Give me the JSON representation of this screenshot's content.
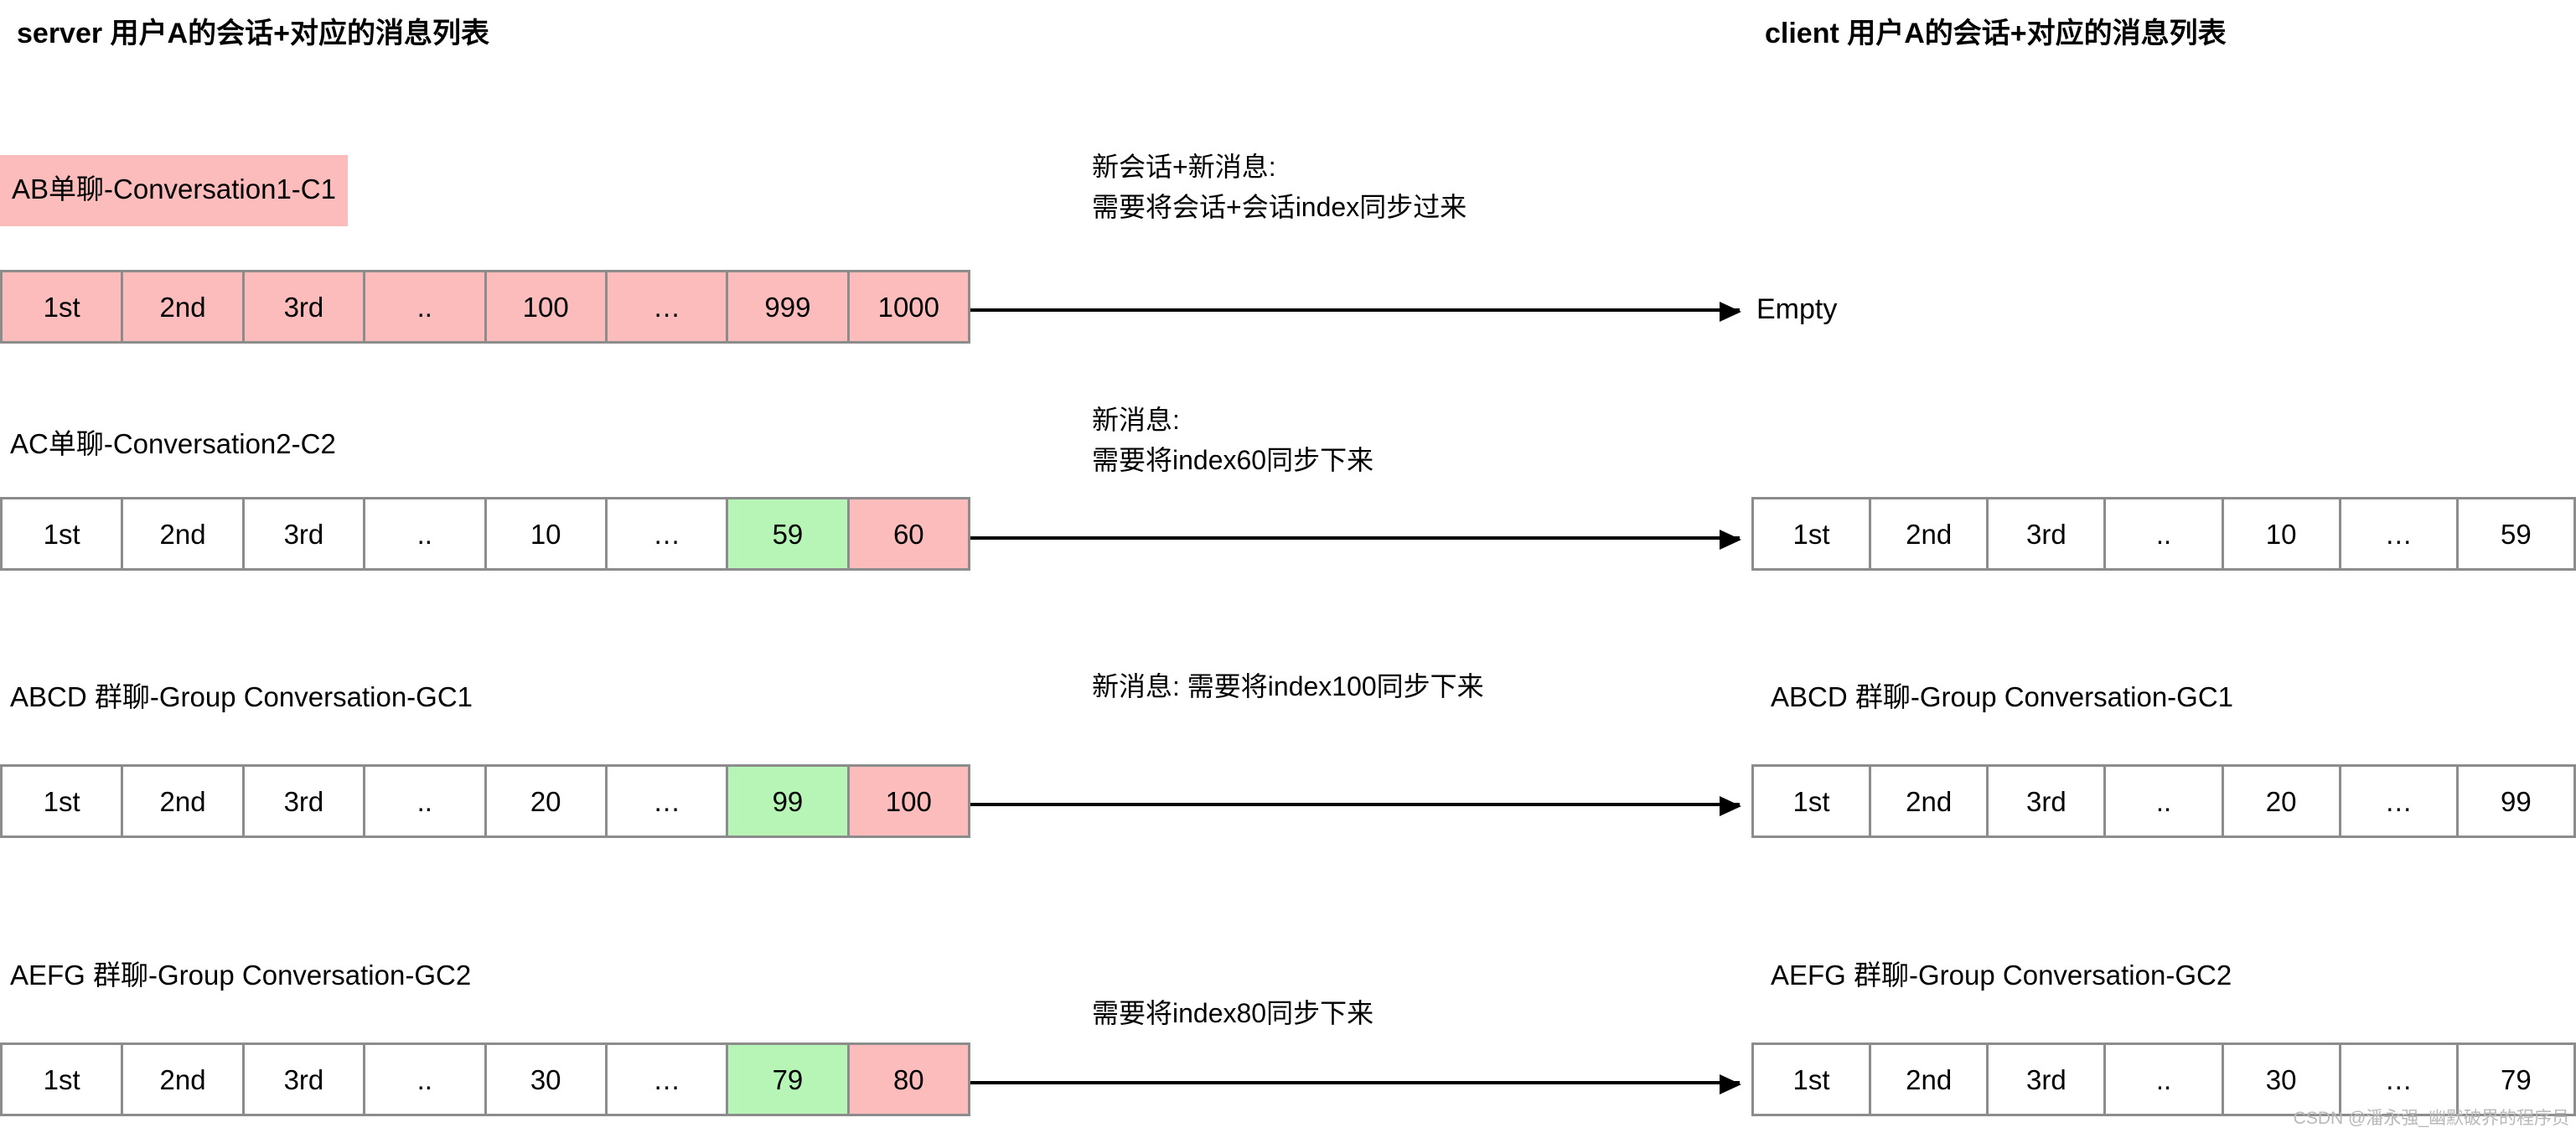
{
  "headers": {
    "server": "server 用户A的会话+对应的消息列表",
    "client": "client 用户A的会话+对应的消息列表"
  },
  "colors": {
    "pink": "#fcbcbc",
    "green": "#b6f5b6",
    "cell_border": "#8c8c8c",
    "arrow": "#000000",
    "watermark": "#b9b9b9"
  },
  "rows": [
    {
      "server_label": "AB单聊-Conversation1-C1",
      "server_label_highlighted": true,
      "server_cells": [
        {
          "text": "1st",
          "fill": "pink"
        },
        {
          "text": "2nd",
          "fill": "pink"
        },
        {
          "text": "3rd",
          "fill": "pink"
        },
        {
          "text": "..",
          "fill": "pink"
        },
        {
          "text": "100",
          "fill": "pink"
        },
        {
          "text": "…",
          "fill": "pink"
        },
        {
          "text": "999",
          "fill": "pink"
        },
        {
          "text": "1000",
          "fill": "pink"
        }
      ],
      "annotation": "新会话+新消息:\n需要将会话+会话index同步过来",
      "client_label": "",
      "client_empty_text": "Empty",
      "client_cells": []
    },
    {
      "server_label": "AC单聊-Conversation2-C2",
      "server_label_highlighted": false,
      "server_cells": [
        {
          "text": "1st",
          "fill": "white"
        },
        {
          "text": "2nd",
          "fill": "white"
        },
        {
          "text": "3rd",
          "fill": "white"
        },
        {
          "text": "..",
          "fill": "white"
        },
        {
          "text": "10",
          "fill": "white"
        },
        {
          "text": "…",
          "fill": "white"
        },
        {
          "text": "59",
          "fill": "green"
        },
        {
          "text": "60",
          "fill": "pink"
        }
      ],
      "annotation": "新消息:\n需要将index60同步下来",
      "client_label": "",
      "client_empty_text": "",
      "client_cells": [
        {
          "text": "1st",
          "fill": "white"
        },
        {
          "text": "2nd",
          "fill": "white"
        },
        {
          "text": "3rd",
          "fill": "white"
        },
        {
          "text": "..",
          "fill": "white"
        },
        {
          "text": "10",
          "fill": "white"
        },
        {
          "text": "…",
          "fill": "white"
        },
        {
          "text": "59",
          "fill": "white"
        }
      ]
    },
    {
      "server_label": "ABCD 群聊-Group Conversation-GC1",
      "server_label_highlighted": false,
      "server_cells": [
        {
          "text": "1st",
          "fill": "white"
        },
        {
          "text": "2nd",
          "fill": "white"
        },
        {
          "text": "3rd",
          "fill": "white"
        },
        {
          "text": "..",
          "fill": "white"
        },
        {
          "text": "20",
          "fill": "white"
        },
        {
          "text": "…",
          "fill": "white"
        },
        {
          "text": "99",
          "fill": "green"
        },
        {
          "text": "100",
          "fill": "pink"
        }
      ],
      "annotation": "新消息: 需要将index100同步下来",
      "client_label": "ABCD 群聊-Group Conversation-GC1",
      "client_empty_text": "",
      "client_cells": [
        {
          "text": "1st",
          "fill": "white"
        },
        {
          "text": "2nd",
          "fill": "white"
        },
        {
          "text": "3rd",
          "fill": "white"
        },
        {
          "text": "..",
          "fill": "white"
        },
        {
          "text": "20",
          "fill": "white"
        },
        {
          "text": "…",
          "fill": "white"
        },
        {
          "text": "99",
          "fill": "white"
        }
      ]
    },
    {
      "server_label": "AEFG 群聊-Group Conversation-GC2",
      "server_label_highlighted": false,
      "server_cells": [
        {
          "text": "1st",
          "fill": "white"
        },
        {
          "text": "2nd",
          "fill": "white"
        },
        {
          "text": "3rd",
          "fill": "white"
        },
        {
          "text": "..",
          "fill": "white"
        },
        {
          "text": "30",
          "fill": "white"
        },
        {
          "text": "…",
          "fill": "white"
        },
        {
          "text": "79",
          "fill": "green"
        },
        {
          "text": "80",
          "fill": "pink"
        }
      ],
      "annotation": "需要将index80同步下来",
      "client_label": "AEFG 群聊-Group Conversation-GC2",
      "client_empty_text": "",
      "client_cells": [
        {
          "text": "1st",
          "fill": "white"
        },
        {
          "text": "2nd",
          "fill": "white"
        },
        {
          "text": "3rd",
          "fill": "white"
        },
        {
          "text": "..",
          "fill": "white"
        },
        {
          "text": "30",
          "fill": "white"
        },
        {
          "text": "…",
          "fill": "white"
        },
        {
          "text": "79",
          "fill": "white"
        }
      ]
    }
  ],
  "watermark": "CSDN @潘永强_幽默破界的程序员"
}
